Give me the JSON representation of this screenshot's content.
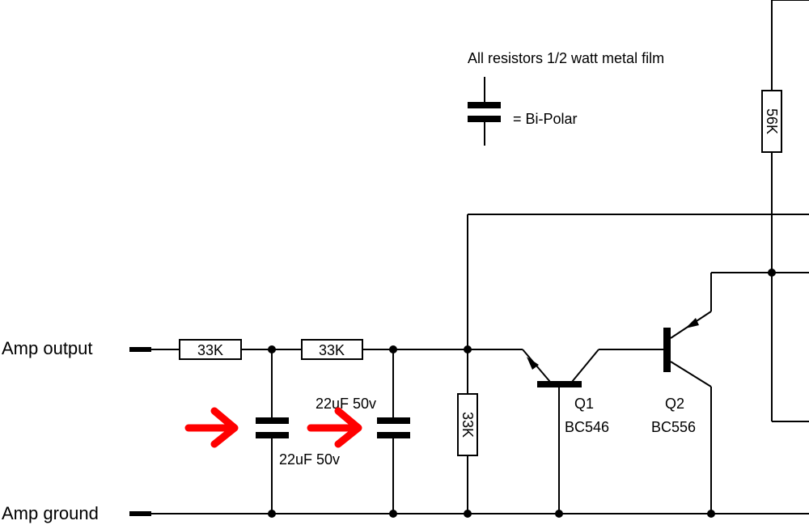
{
  "notes": {
    "resistors_note": "All resistors 1/2 watt metal film",
    "bipolar_note": "= Bi-Polar"
  },
  "terminals": {
    "amp_output": "Amp output",
    "amp_ground": "Amp ground"
  },
  "resistors": {
    "r1": "33K",
    "r2": "33K",
    "r3": "33K",
    "r4": "56K"
  },
  "capacitors": {
    "c1": "22uF 50v",
    "c2": "22uF 50v"
  },
  "transistors": {
    "q1_name": "Q1",
    "q1_part": "BC546",
    "q2_name": "Q2",
    "q2_part": "BC556"
  },
  "colors": {
    "wire": "#000000",
    "highlight_arrow": "#ff0000",
    "background": "#ffffff"
  }
}
